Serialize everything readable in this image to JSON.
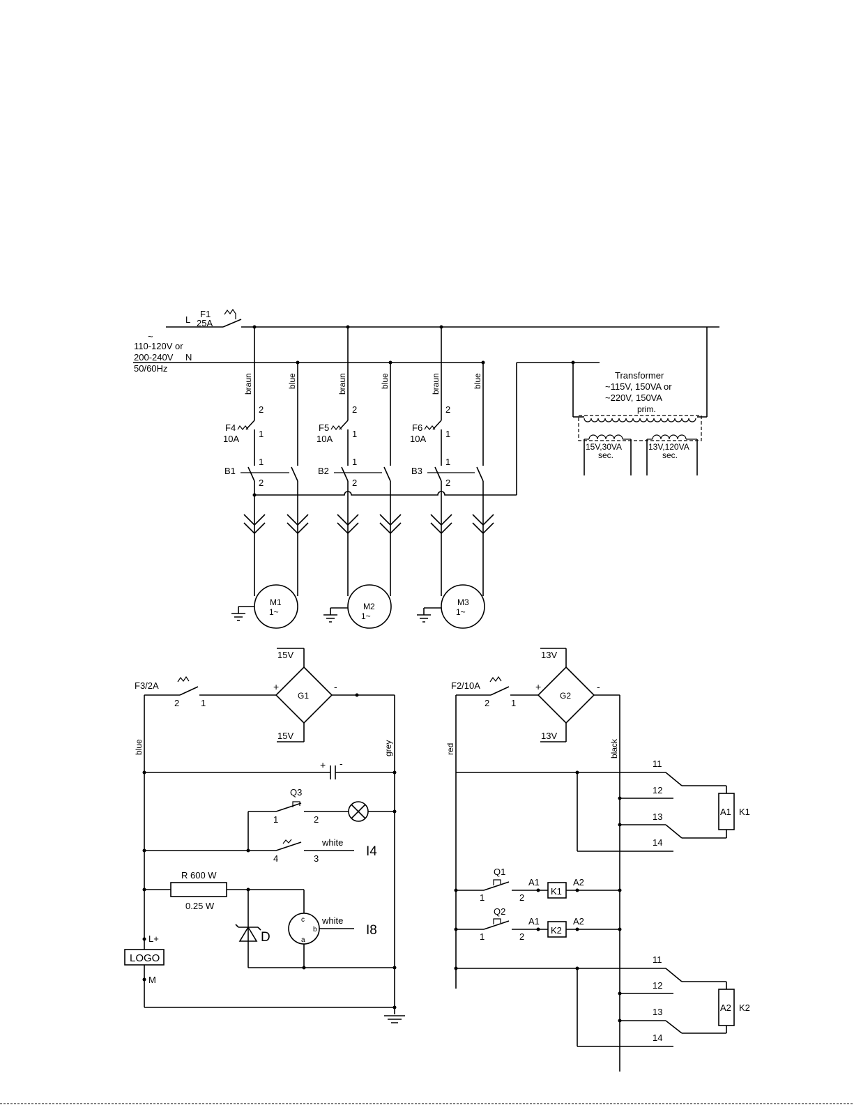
{
  "supply": {
    "tilde": "~",
    "voltage_1": "110-120V or",
    "voltage_2": "200-240V",
    "freq": "50/60Hz",
    "line": "L",
    "neutral": "N"
  },
  "f1": {
    "name": "F1",
    "rating": "25A"
  },
  "wires": {
    "braun": "braun",
    "blue": "blue",
    "grey": "grey",
    "red": "red",
    "black": "black",
    "white": "white"
  },
  "transformer": {
    "title": "Transformer",
    "spec_1": "~115V, 150VA or",
    "spec_2": "~220V, 150VA",
    "prim": "prim.",
    "sec1_rating": "15V,30VA",
    "sec2_rating": "13V,120VA",
    "sec": "sec."
  },
  "branches": [
    {
      "fuse": "F4",
      "rating": "10A",
      "switch": "B1",
      "motor": "M1"
    },
    {
      "fuse": "F5",
      "rating": "10A",
      "switch": "B2",
      "motor": "M2"
    },
    {
      "fuse": "F6",
      "rating": "10A",
      "switch": "B3",
      "motor": "M3"
    }
  ],
  "motor_phase": "1~",
  "terminals": {
    "t1": "1",
    "t2": "2",
    "t3": "3",
    "t4": "4",
    "t11": "11",
    "t12": "12",
    "t13": "13",
    "t14": "14"
  },
  "left": {
    "fuse": "F3/2A",
    "bridge": "G1",
    "bridge_v": "15V",
    "plus": "+",
    "minus": "-",
    "q3": "Q3",
    "input_i4": "I4",
    "input_i8": "I8",
    "resistor": "R 600 W",
    "resistor_power": "0.25 W",
    "diode": "D",
    "sensor_c": "c",
    "sensor_b": "b",
    "sensor_a": "a",
    "lplus": "L+",
    "logo": "LOGO",
    "m": "M"
  },
  "right": {
    "fuse": "F2/10A",
    "bridge": "G2",
    "bridge_v": "13V",
    "q1": "Q1",
    "q2": "Q2",
    "a1": "A1",
    "a2": "A2",
    "k1": "K1",
    "k2": "K2"
  }
}
